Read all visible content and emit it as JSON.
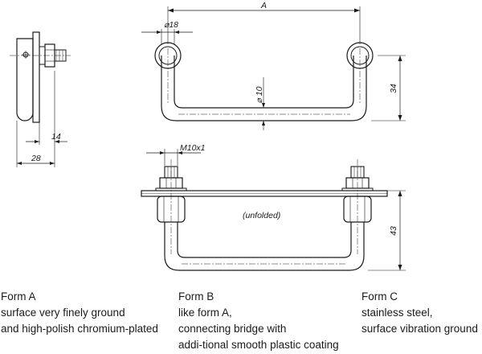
{
  "dimensions": {
    "dia18": "⌀18",
    "A": "A",
    "dia10": "⌀ 10",
    "h34": "34",
    "w14": "14",
    "w28": "28",
    "thread": "M10x1",
    "h43": "43"
  },
  "unfolded_note": "(unfolded)",
  "forms": [
    {
      "title": "Form A",
      "lines": [
        "surface very finely ground",
        "and high-polish chromium-plated"
      ]
    },
    {
      "title": "Form B",
      "lines": [
        "like form A,",
        "connecting bridge with",
        "addi-tional smooth plastic coating"
      ]
    },
    {
      "title": "Form C",
      "lines": [
        "stainless steel,",
        "surface vibration ground"
      ]
    }
  ],
  "colors": {
    "line": "#1a1a1a",
    "background": "#ffffff"
  }
}
